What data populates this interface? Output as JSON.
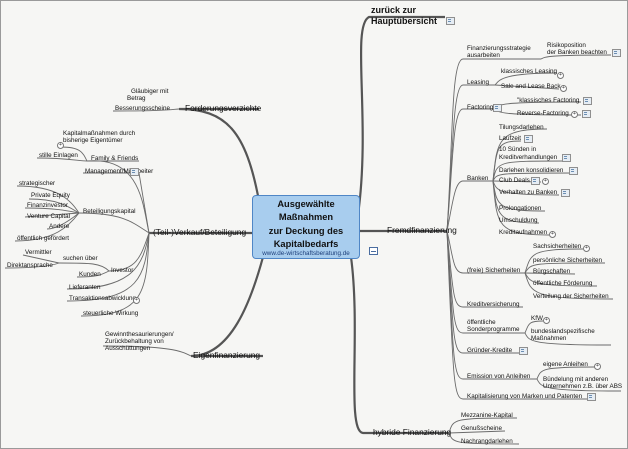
{
  "center": {
    "title_lines": [
      "Ausgewählte",
      "Maßnahmen",
      "zur Deckung des",
      "Kapitalbedarfs"
    ],
    "url": "www.de-wirtschaftsberatung.de"
  },
  "top": {
    "lines": [
      "zurück zur",
      "Hauptübersicht"
    ]
  },
  "branches": {
    "forderungsverzicht": {
      "label": "Forderungsverzichte",
      "items": [
        "Gläubiger mit",
        "Betrag",
        "Besserungsscheine"
      ]
    },
    "verkauf": {
      "label": "(Teil-)Verkauf/Beteiligung",
      "kapitalmassnahmen": [
        "Kapitalmaßnahmen durch",
        "bisherige Eigentümer"
      ],
      "family": "Family & Friends",
      "stille": "stille Einlagen",
      "management": "Management/Mitarbeiter",
      "beteiligungskapital": "Beteiligungskapital",
      "beteiligungs_items": [
        "strategischer",
        "Private Equity",
        "Finanzinvestor",
        "Venture Capital",
        "Andere",
        "öffentlich gefördert"
      ],
      "investor": "Investor",
      "suchen": "suchen über",
      "suchen_items": [
        "Vermittler",
        "Direktansprache"
      ],
      "kunden": "Kunden",
      "lieferanten": "Lieferanten",
      "transaktion": "Transaktionsabwicklung",
      "steuerlich": "steuerliche Wirkung"
    },
    "eigenfinanzierung": {
      "label": "Eigenfinanzierung",
      "items": [
        "Gewinnthesaurierungen/",
        "Zurückbehaltung von",
        "Ausschüttungen"
      ]
    },
    "fremdfinanzierung": {
      "label": "Fremdfinanzierung",
      "fin_strategie": [
        "Finanzierungsstrategie",
        "ausarbeiten"
      ],
      "risikoposition": [
        "Risikoposition",
        "der Banken beachten"
      ],
      "leasing": "Leasing",
      "leasing_items": [
        "klassisches Leasing",
        "Sale and Lease Back"
      ],
      "factoring": "Factoring",
      "factoring_items": [
        "\"klassisches Factoring",
        "Reverse-Factoring"
      ],
      "banken": "Banken",
      "banken_items": [
        "Tilungsdarlehen",
        "Laufzeit",
        "10 Sünden in",
        "Kreditverhandlungen",
        "Darlehen konsolidieren",
        "Club Deals",
        "Verhalten zu Banken",
        "Prolongationen",
        "Umschuldung",
        "Kreditaufnahmen"
      ],
      "sicherheiten": "(freie) Sicherheiten",
      "sicherheiten_items": [
        "Sachsicherheiten",
        "persönliche Sicherheiten",
        "Bürgschaften",
        "öffentliche Förderung",
        "Verteilung der Sicherheiten"
      ],
      "kreditversicherung": "Kreditversicherung",
      "sonderprogramme": [
        "öffentliche",
        "Sonderprogramme"
      ],
      "kfw": "KfW",
      "bundesland": [
        "bundeslandspezifische",
        "Maßnahmen"
      ],
      "gruender": "Gründer-Kredite",
      "emission": "Emission von Anleihen",
      "eigene_anleihen": "eigene Anleihen",
      "buendelung": [
        "Bündelung mit anderen",
        "Unternehmen z.B. über ABS"
      ],
      "kapitalisierung": "Kapitalisierung von Marken und Patenten"
    },
    "hybride": {
      "label": "hybride Finanzierung",
      "items": [
        "Mezzanine-Kapital",
        "Genußscheine",
        "Nachrangdarlehen"
      ]
    }
  }
}
